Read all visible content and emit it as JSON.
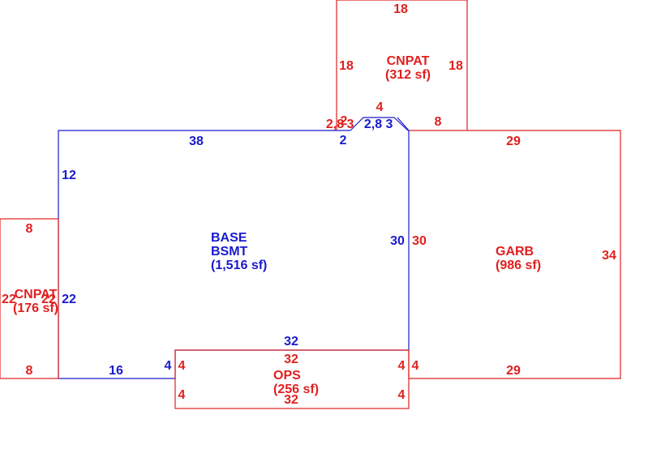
{
  "colors": {
    "red": "#e02020",
    "blue": "#1a1acc",
    "background": "#ffffff"
  },
  "areas": {
    "cnpat_top": {
      "name": "CNPAT",
      "area": "(312 sf)",
      "dims": {
        "top": "18",
        "left": "18",
        "right": "18",
        "bottom_right": "8",
        "notch_top": "4",
        "notch_left": "2,8",
        "notch_mid": "2",
        "notch_small": "2,8",
        "notch_right": "3"
      }
    },
    "base_bsmt": {
      "name_line1": "BASE",
      "name_line2": "BSMT",
      "area": "(1,516 sf)",
      "dims": {
        "top": "38",
        "top_small": "2",
        "top_notch": "2,8",
        "top_notch_right": "3",
        "left": "12",
        "right": "30",
        "bottom": "32",
        "bottom_left": "16",
        "step": "4",
        "left_lower": "22"
      }
    },
    "garb": {
      "name": "GARB",
      "area": "(986 sf)",
      "dims": {
        "top": "29",
        "left": "30",
        "right": "34",
        "bottom": "29",
        "step": "4"
      }
    },
    "cnpat_left": {
      "name": "CNPAT",
      "area": "(176 sf)",
      "dims": {
        "top": "8",
        "bottom": "8",
        "left": "22",
        "right": "22"
      }
    },
    "ops": {
      "name": "OPS",
      "area": "(256 sf)",
      "dims": {
        "top": "32",
        "bottom": "32",
        "left_top": "4",
        "left_bottom": "4",
        "right_top": "4",
        "right_bottom": "4"
      }
    }
  }
}
